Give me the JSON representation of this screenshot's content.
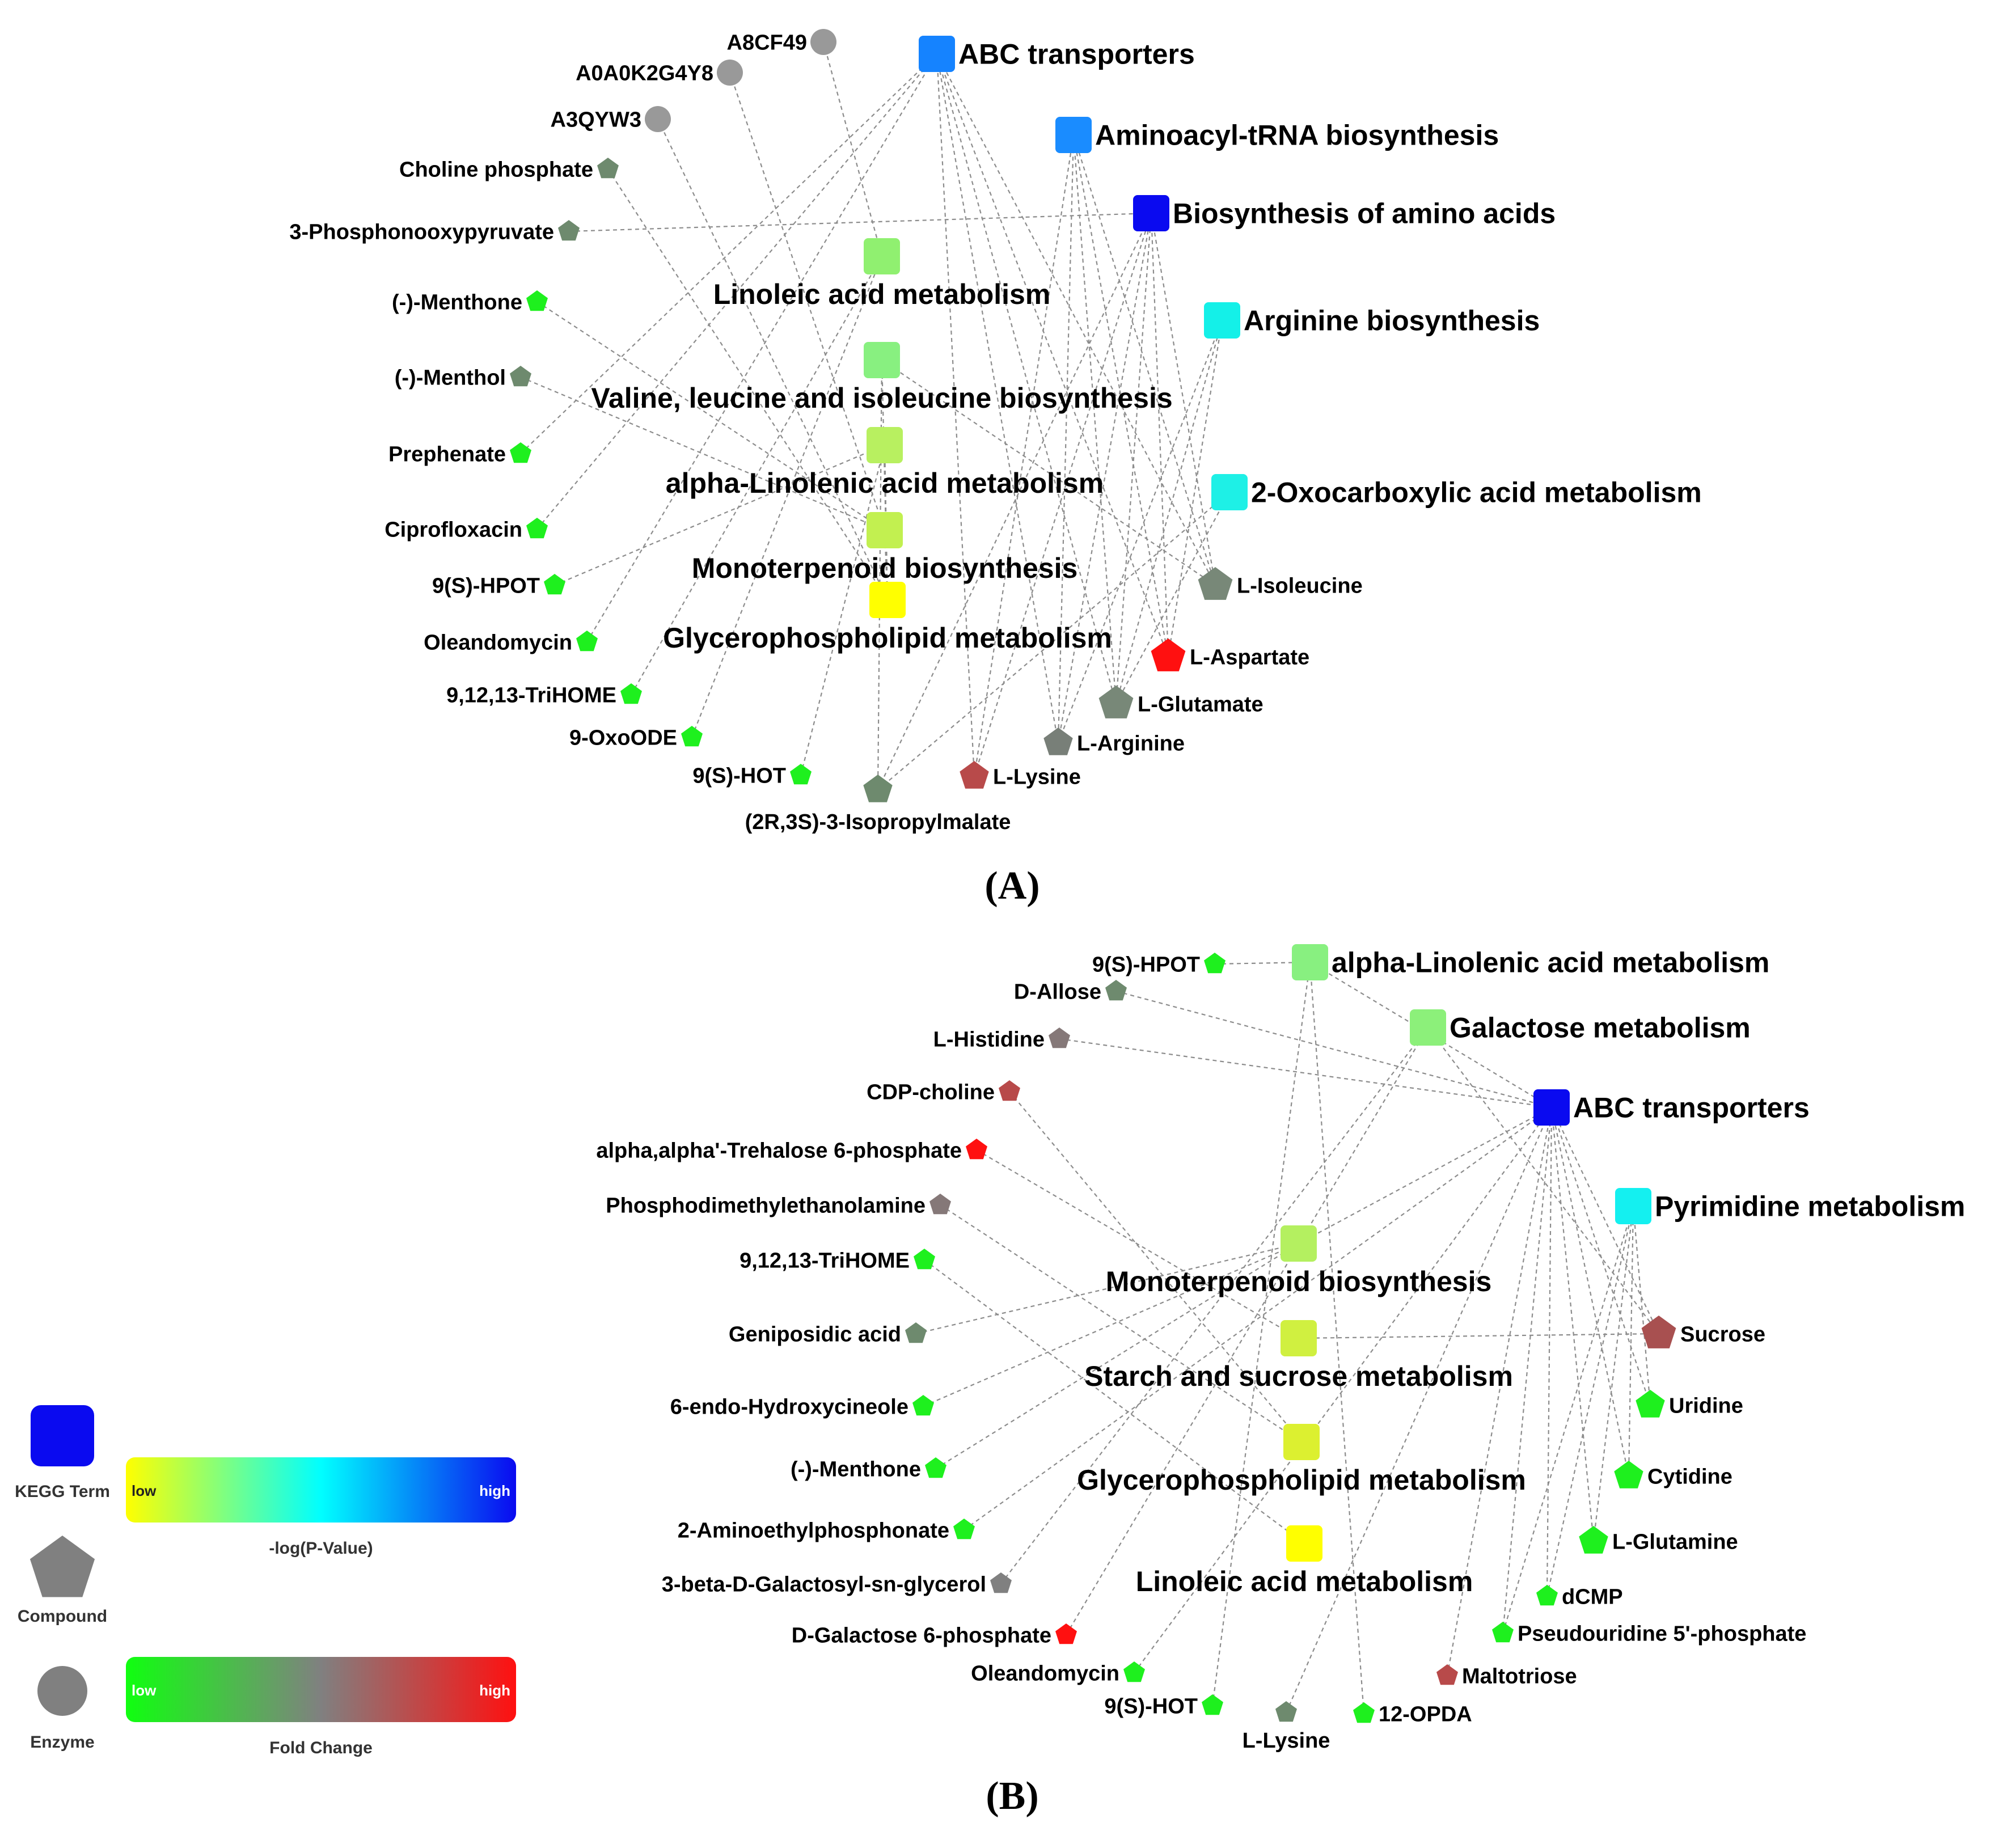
{
  "panels": [
    {
      "id": "A",
      "label": "(A)",
      "terms": [
        {
          "id": "abc",
          "label": "ABC transporters",
          "color": "#1583ff"
        },
        {
          "id": "aminoacyl",
          "label": "Aminoacyl-tRNA biosynthesis",
          "color": "#1a8cff"
        },
        {
          "id": "biosyn",
          "label": "Biosynthesis of amino acids",
          "color": "#0a0af0"
        },
        {
          "id": "linoleic",
          "label": "Linoleic acid metabolism",
          "color": "#90f070"
        },
        {
          "id": "arginine",
          "label": "Arginine biosynthesis",
          "color": "#14f0e8"
        },
        {
          "id": "valine",
          "label": "Valine, leucine and isoleucine biosynthesis",
          "color": "#88f080"
        },
        {
          "id": "alphalin",
          "label": "alpha-Linolenic acid metabolism",
          "color": "#b8f060"
        },
        {
          "id": "oxocarb",
          "label": "2-Oxocarboxylic acid metabolism",
          "color": "#1ef0e6"
        },
        {
          "id": "monoterp",
          "label": "Monoterpenoid biosynthesis",
          "color": "#c2f050"
        },
        {
          "id": "glycero",
          "label": "Glycerophospholipid metabolism",
          "color": "#ffff00"
        }
      ],
      "compounds": [
        {
          "id": "cholp",
          "label": "Choline phosphate",
          "color": "#6e8a6e",
          "size": "s"
        },
        {
          "id": "phospho",
          "label": "3-Phosphonooxypyruvate",
          "color": "#6e8a6e",
          "size": "s"
        },
        {
          "id": "menthone",
          "label": "(-)-Menthone",
          "color": "#1ef01e",
          "size": "s"
        },
        {
          "id": "menthol",
          "label": "(-)-Menthol",
          "color": "#6e8a6e",
          "size": "s"
        },
        {
          "id": "prephen",
          "label": "Prephenate",
          "color": "#1ef01e",
          "size": "s"
        },
        {
          "id": "cipro",
          "label": "Ciprofloxacin",
          "color": "#1ef01e",
          "size": "s"
        },
        {
          "id": "hpot",
          "label": "9(S)-HPOT",
          "color": "#1ef01e",
          "size": "s"
        },
        {
          "id": "olean",
          "label": "Oleandomycin",
          "color": "#1ef01e",
          "size": "s"
        },
        {
          "id": "trihome",
          "label": "9,12,13-TriHOME",
          "color": "#1ef01e",
          "size": "s"
        },
        {
          "id": "oxoode",
          "label": "9-OxoODE",
          "color": "#1ef01e",
          "size": "s"
        },
        {
          "id": "hot",
          "label": "9(S)-HOT",
          "color": "#1ef01e",
          "size": "s"
        },
        {
          "id": "isoprop",
          "label": "(2R,3S)-3-Isopropylmalate",
          "color": "#6e8a6e",
          "size": "m"
        },
        {
          "id": "lys",
          "label": "L-Lysine",
          "color": "#b84a4a",
          "size": "m"
        },
        {
          "id": "arg",
          "label": "L-Arginine",
          "color": "#787f78",
          "size": "m"
        },
        {
          "id": "glu",
          "label": "L-Glutamate",
          "color": "#788878",
          "size": "l"
        },
        {
          "id": "asp",
          "label": "L-Aspartate",
          "color": "#ff1010",
          "size": "l"
        },
        {
          "id": "ile",
          "label": "L-Isoleucine",
          "color": "#788878",
          "size": "l"
        }
      ],
      "enzymes": [
        {
          "id": "a8cf",
          "label": "A8CF49",
          "color": "#999999"
        },
        {
          "id": "a0a0",
          "label": "A0A0K2G4Y8",
          "color": "#999999"
        },
        {
          "id": "a3qy",
          "label": "A3QYW3",
          "color": "#999999"
        }
      ],
      "edges": [
        [
          "a8cf",
          "linoleic"
        ],
        [
          "a0a0",
          "monoterp"
        ],
        [
          "a3qy",
          "glycero"
        ],
        [
          "cholp",
          "glycero"
        ],
        [
          "phospho",
          "biosyn"
        ],
        [
          "menthone",
          "monoterp"
        ],
        [
          "menthol",
          "monoterp"
        ],
        [
          "prephen",
          "abc"
        ],
        [
          "cipro",
          "abc"
        ],
        [
          "hpot",
          "alphalin"
        ],
        [
          "olean",
          "abc"
        ],
        [
          "trihome",
          "linoleic"
        ],
        [
          "oxoode",
          "linoleic"
        ],
        [
          "hot",
          "alphalin"
        ],
        [
          "isoprop",
          "valine"
        ],
        [
          "isoprop",
          "biosyn"
        ],
        [
          "isoprop",
          "oxocarb"
        ],
        [
          "lys",
          "abc"
        ],
        [
          "lys",
          "aminoacyl"
        ],
        [
          "lys",
          "biosyn"
        ],
        [
          "arg",
          "abc"
        ],
        [
          "arg",
          "aminoacyl"
        ],
        [
          "arg",
          "biosyn"
        ],
        [
          "arg",
          "arginine"
        ],
        [
          "glu",
          "abc"
        ],
        [
          "glu",
          "aminoacyl"
        ],
        [
          "glu",
          "biosyn"
        ],
        [
          "glu",
          "arginine"
        ],
        [
          "glu",
          "oxocarb"
        ],
        [
          "asp",
          "abc"
        ],
        [
          "asp",
          "aminoacyl"
        ],
        [
          "asp",
          "biosyn"
        ],
        [
          "asp",
          "arginine"
        ],
        [
          "ile",
          "abc"
        ],
        [
          "ile",
          "aminoacyl"
        ],
        [
          "ile",
          "biosyn"
        ],
        [
          "ile",
          "valine"
        ],
        [
          "glycero",
          "valine"
        ],
        [
          "glycero",
          "alphalin"
        ],
        [
          "glycero",
          "monoterp"
        ]
      ]
    },
    {
      "id": "B",
      "label": "(B)",
      "terms": [
        {
          "id": "alphalin",
          "label": "alpha-Linolenic acid metabolism",
          "color": "#88f080"
        },
        {
          "id": "galact",
          "label": "Galactose metabolism",
          "color": "#8cf07a"
        },
        {
          "id": "abc",
          "label": "ABC transporters",
          "color": "#0a0af0"
        },
        {
          "id": "pyrim",
          "label": "Pyrimidine metabolism",
          "color": "#14f0f0"
        },
        {
          "id": "monoterp",
          "label": "Monoterpenoid biosynthesis",
          "color": "#b4f060"
        },
        {
          "id": "starch",
          "label": "Starch and sucrose metabolism",
          "color": "#d0f040"
        },
        {
          "id": "glycero",
          "label": "Glycerophospholipid metabolism",
          "color": "#dcf030"
        },
        {
          "id": "linoleic",
          "label": "Linoleic acid metabolism",
          "color": "#ffff00"
        }
      ],
      "compounds": [
        {
          "id": "hpot",
          "label": "9(S)-HPOT",
          "color": "#1ef01e",
          "size": "s"
        },
        {
          "id": "dallose",
          "label": "D-Allose",
          "color": "#6e8a6e",
          "size": "s"
        },
        {
          "id": "his",
          "label": "L-Histidine",
          "color": "#857878",
          "size": "s"
        },
        {
          "id": "cdp",
          "label": "CDP-choline",
          "color": "#b84a4a",
          "size": "s"
        },
        {
          "id": "treh",
          "label": "alpha,alpha'-Trehalose 6-phosphate",
          "color": "#ff1010",
          "size": "s"
        },
        {
          "id": "pdme",
          "label": "Phosphodimethylethanolamine",
          "color": "#857878",
          "size": "s"
        },
        {
          "id": "trihome",
          "label": "9,12,13-TriHOME",
          "color": "#1ef01e",
          "size": "s"
        },
        {
          "id": "genip",
          "label": "Geniposidic acid",
          "color": "#6e8a6e",
          "size": "s"
        },
        {
          "id": "hydroxy",
          "label": "6-endo-Hydroxycineole",
          "color": "#1ef01e",
          "size": "s"
        },
        {
          "id": "menthone",
          "label": "(-)-Menthone",
          "color": "#1ef01e",
          "size": "s"
        },
        {
          "id": "amino",
          "label": "2-Aminoethylphosphonate",
          "color": "#1ef01e",
          "size": "s"
        },
        {
          "id": "galgly",
          "label": "3-beta-D-Galactosyl-sn-glycerol",
          "color": "#808080",
          "size": "s"
        },
        {
          "id": "dgal",
          "label": "D-Galactose 6-phosphate",
          "color": "#ff1010",
          "size": "s"
        },
        {
          "id": "olean",
          "label": "Oleandomycin",
          "color": "#1ef01e",
          "size": "s"
        },
        {
          "id": "hot",
          "label": "9(S)-HOT",
          "color": "#1ef01e",
          "size": "s"
        },
        {
          "id": "lys",
          "label": "L-Lysine",
          "color": "#6e8a6e",
          "size": "s"
        },
        {
          "id": "opda",
          "label": "12-OPDA",
          "color": "#1ef01e",
          "size": "s"
        },
        {
          "id": "malt",
          "label": "Maltotriose",
          "color": "#b84a4a",
          "size": "s"
        },
        {
          "id": "pseudo",
          "label": "Pseudouridine 5'-phosphate",
          "color": "#1ef01e",
          "size": "s"
        },
        {
          "id": "dcmp",
          "label": "dCMP",
          "color": "#1ef01e",
          "size": "s"
        },
        {
          "id": "gln",
          "label": "L-Glutamine",
          "color": "#1ef01e",
          "size": "m"
        },
        {
          "id": "cyt",
          "label": "Cytidine",
          "color": "#1ef01e",
          "size": "m"
        },
        {
          "id": "uri",
          "label": "Uridine",
          "color": "#1ef01e",
          "size": "m"
        },
        {
          "id": "sucr",
          "label": "Sucrose",
          "color": "#a85050",
          "size": "l"
        }
      ],
      "enzymes": [],
      "edges": [
        [
          "hpot",
          "alphalin"
        ],
        [
          "dallose",
          "abc"
        ],
        [
          "his",
          "abc"
        ],
        [
          "cdp",
          "glycero"
        ],
        [
          "treh",
          "starch"
        ],
        [
          "pdme",
          "glycero"
        ],
        [
          "trihome",
          "linoleic"
        ],
        [
          "genip",
          "monoterp"
        ],
        [
          "hydroxy",
          "monoterp"
        ],
        [
          "menthone",
          "monoterp"
        ],
        [
          "amino",
          "abc"
        ],
        [
          "galgly",
          "galact"
        ],
        [
          "dgal",
          "galact"
        ],
        [
          "olean",
          "abc"
        ],
        [
          "hot",
          "alphalin"
        ],
        [
          "lys",
          "abc"
        ],
        [
          "opda",
          "alphalin"
        ],
        [
          "malt",
          "abc"
        ],
        [
          "pseudo",
          "pyrim"
        ],
        [
          "pseudo",
          "abc"
        ],
        [
          "dcmp",
          "pyrim"
        ],
        [
          "dcmp",
          "abc"
        ],
        [
          "gln",
          "pyrim"
        ],
        [
          "gln",
          "abc"
        ],
        [
          "cyt",
          "pyrim"
        ],
        [
          "cyt",
          "abc"
        ],
        [
          "uri",
          "pyrim"
        ],
        [
          "uri",
          "abc"
        ],
        [
          "sucr",
          "abc"
        ],
        [
          "sucr",
          "galact"
        ],
        [
          "sucr",
          "starch"
        ],
        [
          "alphalin",
          "abc"
        ],
        [
          "monoterp",
          "abc"
        ]
      ]
    }
  ],
  "legend": {
    "shapes": [
      {
        "id": "kegg",
        "label": "KEGG Term",
        "color": "#0a0af0",
        "icon": "rounded-square"
      },
      {
        "id": "compound",
        "label": "Compound",
        "color": "#808080",
        "icon": "pentagon"
      },
      {
        "id": "enzyme",
        "label": "Enzyme",
        "color": "#808080",
        "icon": "circle"
      }
    ],
    "gradients": [
      {
        "id": "pvalue",
        "caption": "-log(P-Value)",
        "low": "low",
        "high": "high",
        "stops": [
          "#ffff00",
          "#00ffff",
          "#0a0af0"
        ]
      },
      {
        "id": "fold",
        "caption": "Fold Change",
        "low": "low",
        "high": "high",
        "stops": [
          "#10ff10",
          "#808080",
          "#ff1010"
        ]
      }
    ]
  }
}
